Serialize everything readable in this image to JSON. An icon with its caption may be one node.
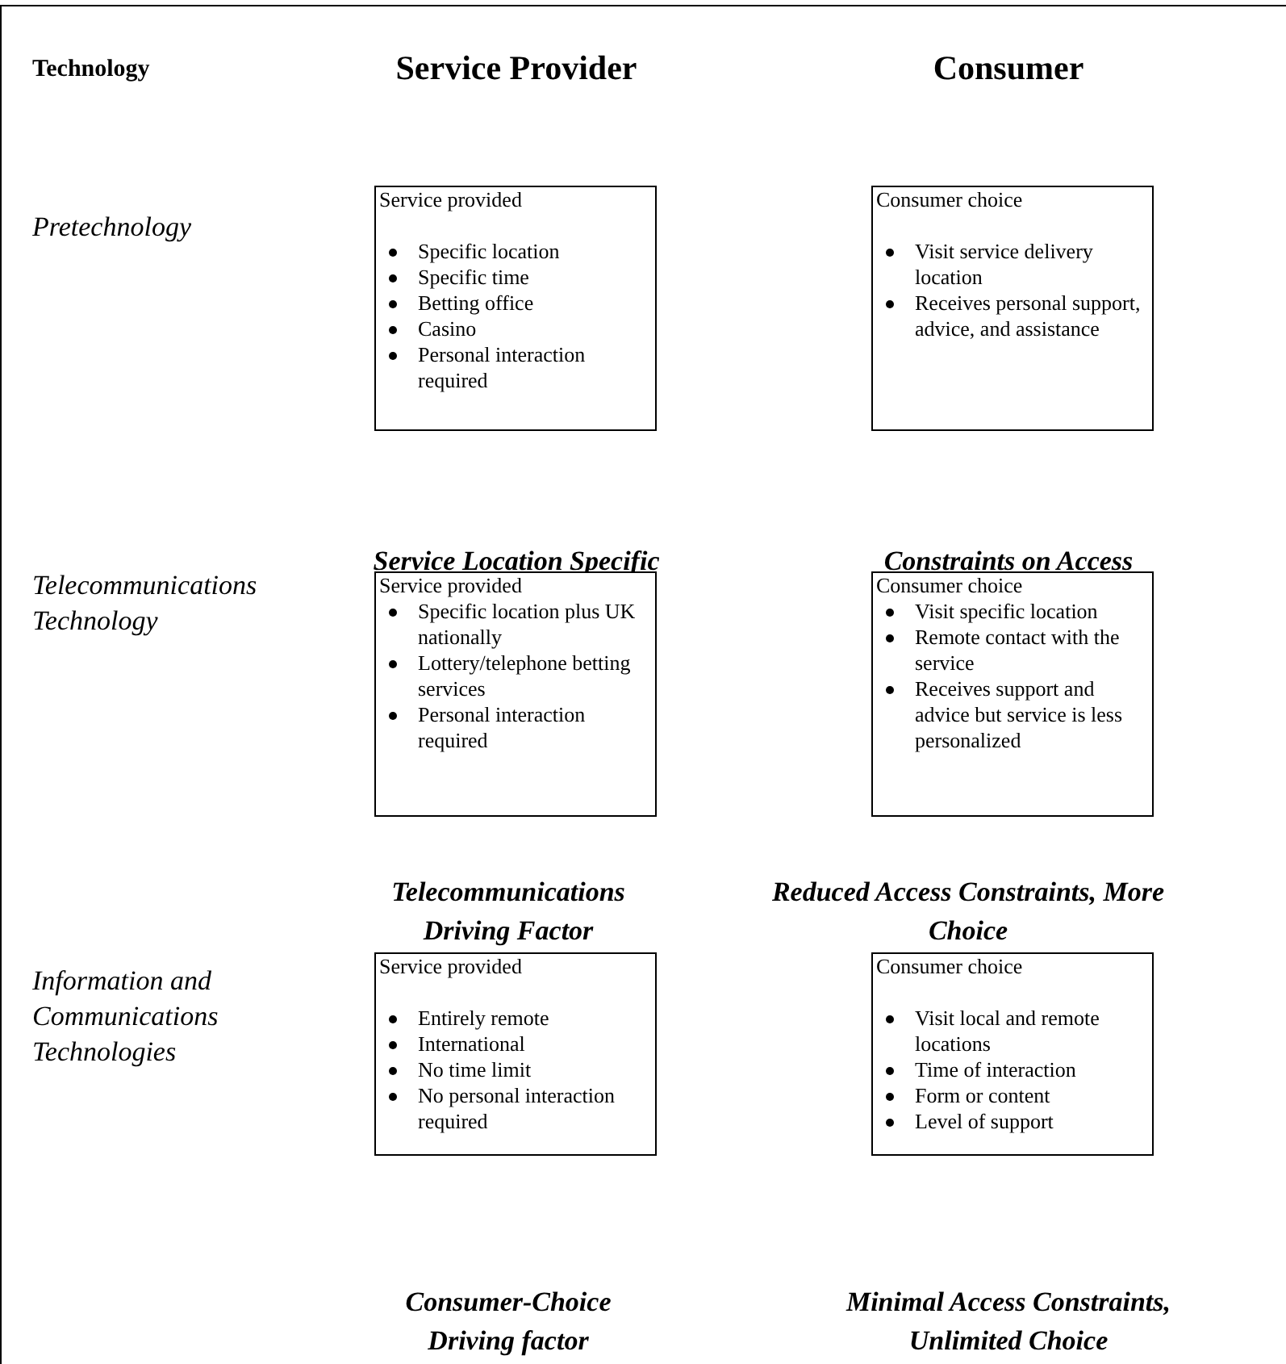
{
  "diagram": {
    "nodes": [
      {
        "text": [
          "Service provided",
          "Specific location",
          "Specific time",
          "Betting office",
          "Casino",
          "Personal interaction required"
        ]
      },
      {
        "text": [
          "Consumer choice",
          "Visit service delivery location",
          "Receives personal support, advice, and assistance"
        ]
      },
      {
        "text": [
          "Service provided",
          "Specific location plus UK nationally",
          "Lottery/telephone betting services",
          "Personal interaction required"
        ]
      },
      {
        "text": [
          "Consumer choice",
          "Visit specific location",
          "Remote contact with the service",
          "Receives support and advice but service is less personalized"
        ]
      },
      {
        "text": [
          "Service provided",
          "Entirely remote",
          "International",
          "No time limit",
          "No personal interaction required"
        ]
      },
      {
        "text": [
          "Consumer choice",
          "Visit local and remote locations",
          "Time of interaction",
          "Form or content",
          "Level of support"
        ]
      }
    ],
    "labels": [
      "Technology",
      "Service Provider",
      "Consumer",
      "Pretechnology",
      "Service Location Specific",
      "Constraints on Access",
      "Telecommunications Technology",
      "Telecommunications Driving Factor",
      "Reduced Access Constraints, More Choice",
      "Information and Communications Technologies",
      "Consumer-Choice Driving factor",
      "Minimal Access Constraints, Unlimited Choice"
    ]
  }
}
